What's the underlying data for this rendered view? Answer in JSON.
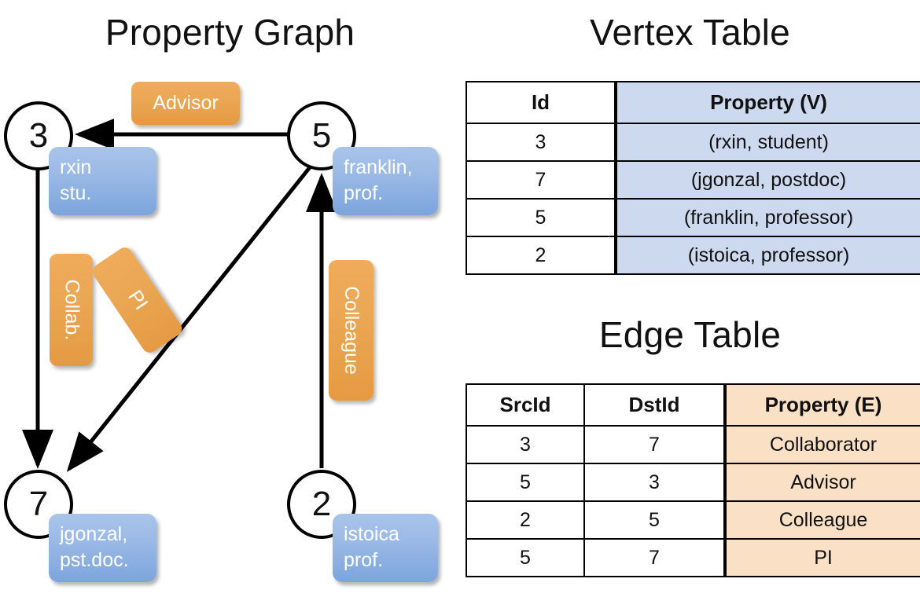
{
  "titles": {
    "property_graph": "Property Graph",
    "vertex_table": "Vertex Table",
    "edge_table": "Edge Table"
  },
  "graph": {
    "nodes": [
      {
        "id": "3",
        "label": "3",
        "property": "rxin\nstu."
      },
      {
        "id": "5",
        "label": "5",
        "property": "franklin,\nprof."
      },
      {
        "id": "7",
        "label": "7",
        "property": "jgonzal,\npst.doc."
      },
      {
        "id": "2",
        "label": "2",
        "property": "istoica\nprof."
      }
    ],
    "edge_labels": [
      {
        "name": "advisor",
        "text": "Advisor",
        "orientation": "horizontal"
      },
      {
        "name": "collab",
        "text": "Collab.",
        "orientation": "vertical"
      },
      {
        "name": "pi",
        "text": "PI",
        "orientation": "rotated"
      },
      {
        "name": "colleague",
        "text": "Colleague",
        "orientation": "vertical"
      }
    ],
    "edges": [
      {
        "from": "5",
        "to": "3",
        "label": "Advisor"
      },
      {
        "from": "3",
        "to": "7",
        "label": "Collab."
      },
      {
        "from": "5",
        "to": "7",
        "label": "PI"
      },
      {
        "from": "2",
        "to": "5",
        "label": "Colleague"
      }
    ]
  },
  "vertex_table": {
    "headers": [
      "Id",
      "Property (V)"
    ],
    "rows": [
      {
        "id": "3",
        "property": "(rxin, student)"
      },
      {
        "id": "7",
        "property": "(jgonzal, postdoc)"
      },
      {
        "id": "5",
        "property": "(franklin, professor)"
      },
      {
        "id": "2",
        "property": "(istoica, professor)"
      }
    ]
  },
  "edge_table": {
    "headers": [
      "SrcId",
      "DstId",
      "Property (E)"
    ],
    "rows": [
      {
        "src": "3",
        "dst": "7",
        "property": "Collaborator"
      },
      {
        "src": "5",
        "dst": "3",
        "property": "Advisor"
      },
      {
        "src": "2",
        "dst": "5",
        "property": "Colleague"
      },
      {
        "src": "5",
        "dst": "7",
        "property": "PI"
      }
    ]
  },
  "colors": {
    "vertex_box": "#9dbbe6",
    "edge_box": "#eaa754",
    "vertex_property_cell": "#ccd9ee",
    "edge_property_cell": "#fae0c4",
    "stroke": "#000000",
    "background": "#ffffff"
  }
}
